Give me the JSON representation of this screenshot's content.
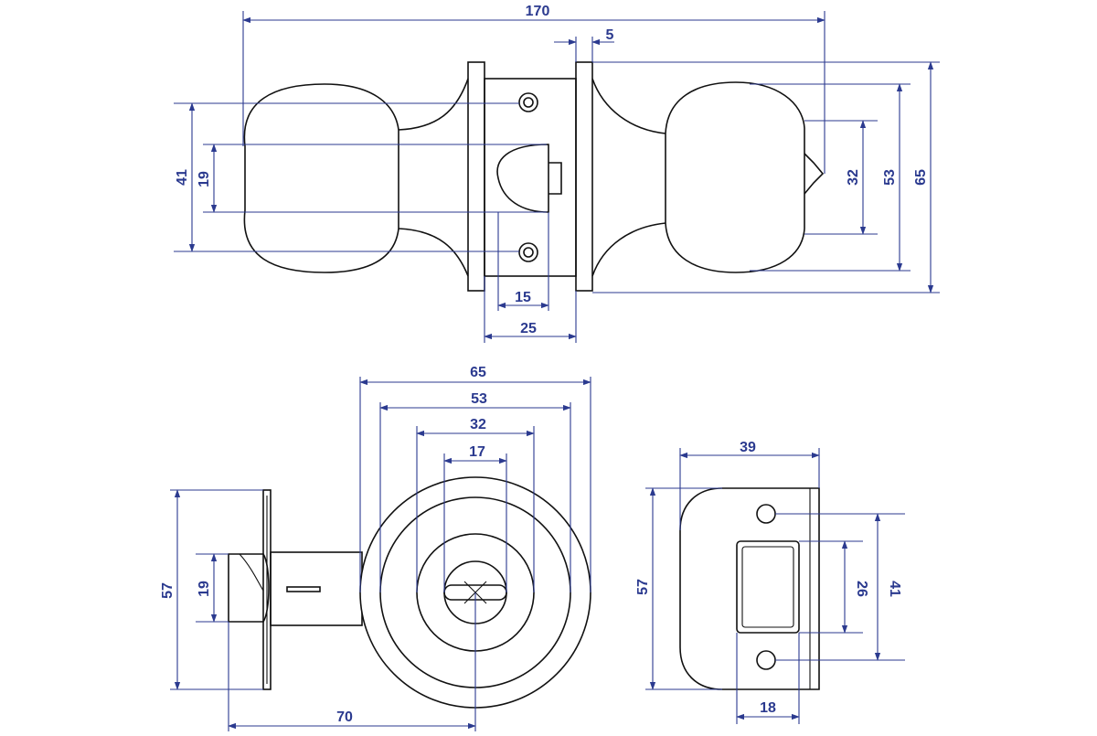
{
  "colors": {
    "dimension": "#2b3a8f",
    "outline": "#111111",
    "background": "#ffffff"
  },
  "dimensions": {
    "top_overall_length": "170",
    "top_rose_gap": "5",
    "top_knob_height_left": "41",
    "top_spindle_left": "19",
    "top_spindle_right": "32",
    "top_knob_height_right": "53",
    "top_rose_height": "65",
    "top_hole_spacing": "15",
    "top_body_width": "25",
    "front_outer_diameter": "65",
    "front_second_diameter": "53",
    "front_third_diameter": "32",
    "front_inner_diameter": "17",
    "latch_height": "57",
    "latch_bolt_height": "19",
    "latch_backset": "70",
    "strike_width": "39",
    "strike_height": "57",
    "strike_window_height": "26",
    "strike_hole_spacing": "41",
    "strike_window_width": "18"
  }
}
